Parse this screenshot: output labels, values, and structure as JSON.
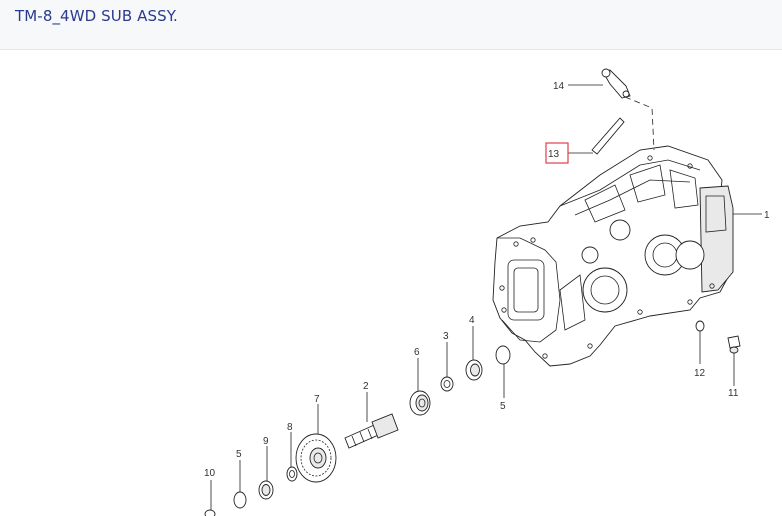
{
  "header": {
    "title": "TM-8_4WD SUB ASSY."
  },
  "diagram": {
    "highlight_color": "#e0404a",
    "callouts": {
      "c1": "1",
      "c2": "2",
      "c3": "3",
      "c4": "4",
      "c5a": "5",
      "c5b": "5",
      "c6": "6",
      "c7": "7",
      "c8": "8",
      "c9": "9",
      "c10": "10",
      "c11": "11",
      "c12": "12",
      "c13": "13",
      "c14": "14"
    }
  }
}
